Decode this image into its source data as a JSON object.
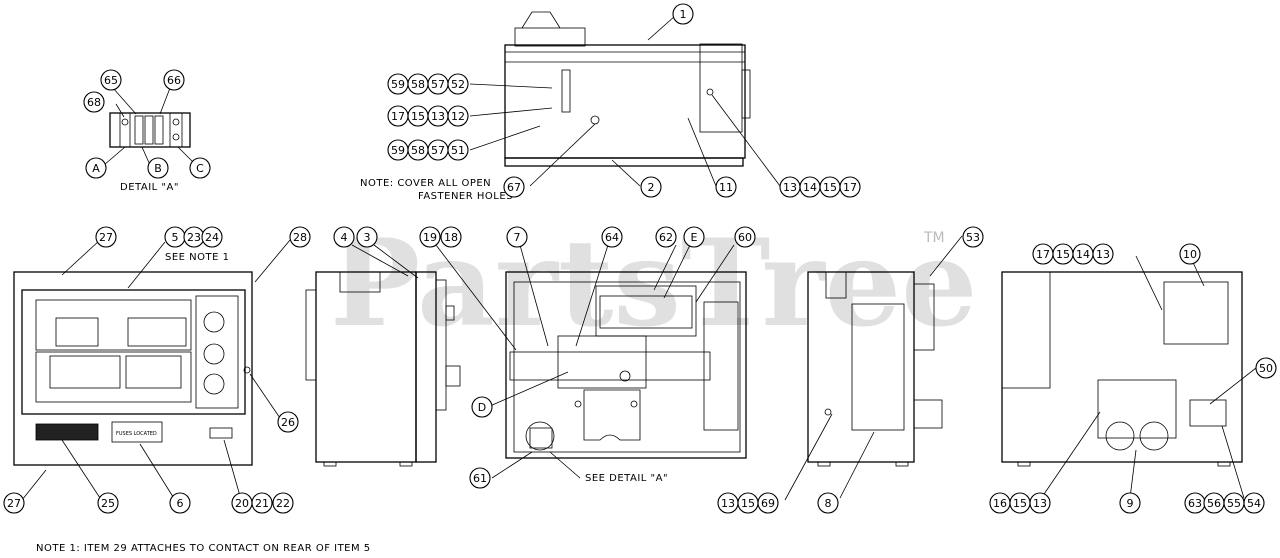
{
  "watermark": "PartsTree",
  "watermark_tm": "TM",
  "notes": {
    "cover_line1": "NOTE: COVER ALL OPEN",
    "cover_line2": "FASTENER HOLES",
    "detail_a": "DETAIL \"A\"",
    "see_note_1": "SEE NOTE 1",
    "see_detail_a": "SEE DETAIL \"A\"",
    "note_1": "NOTE 1: ITEM 29 ATTACHES TO CONTACT ON REAR OF ITEM 5"
  },
  "callouts": {
    "c1": "1",
    "c2": "2",
    "c11": "11",
    "c67": "67",
    "c59a": "59",
    "c58a": "58",
    "c57a": "57",
    "c52": "52",
    "c17a": "17",
    "c15a": "15",
    "c13a": "13",
    "c12": "12",
    "c59b": "59",
    "c58b": "58",
    "c57b": "57",
    "c51": "51",
    "c13b": "13",
    "c14b": "14",
    "c15b": "15",
    "c17b": "17",
    "c65": "65",
    "c66": "66",
    "c68": "68",
    "cA": "A",
    "cB": "B",
    "cC": "C",
    "c27a": "27",
    "c5": "5",
    "c23": "23",
    "c24": "24",
    "c28": "28",
    "c26": "26",
    "c27b": "27",
    "c25": "25",
    "c6": "6",
    "c20": "20",
    "c21": "21",
    "c22": "22",
    "c4": "4",
    "c3": "3",
    "c19": "19",
    "c18": "18",
    "c7": "7",
    "c64": "64",
    "c62": "62",
    "cE": "E",
    "c60": "60",
    "cD": "D",
    "c61": "61",
    "c53": "53",
    "c13c": "13",
    "c15c": "15",
    "c69": "69",
    "c8": "8",
    "c17d": "17",
    "c15d": "15",
    "c14d": "14",
    "c13d": "13",
    "c10": "10",
    "c50": "50",
    "c16": "16",
    "c15e": "15",
    "c13e": "13",
    "c9": "9",
    "c63": "63",
    "c56": "56",
    "c55": "55",
    "c54": "54"
  },
  "labels": {
    "fuses_located": "FUSES LOCATED"
  }
}
